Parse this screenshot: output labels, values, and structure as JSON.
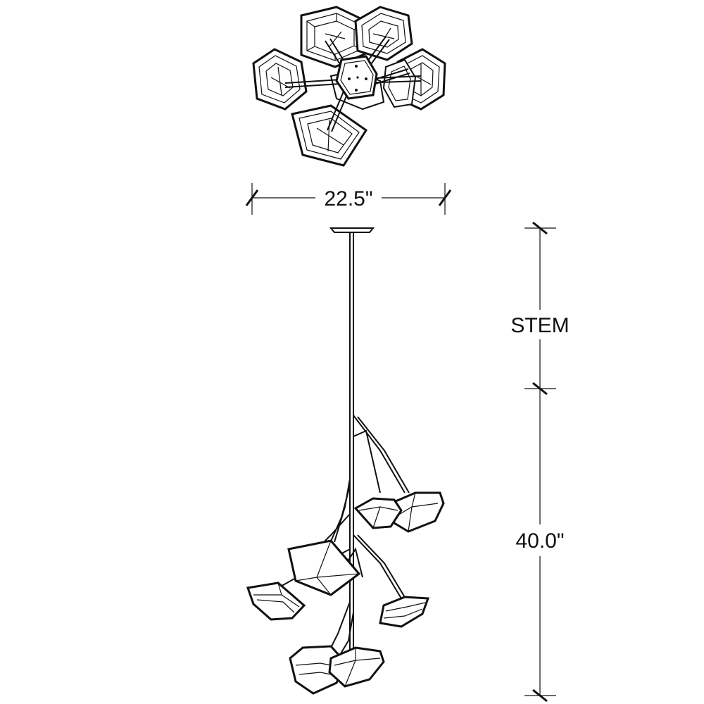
{
  "dimensions": {
    "width_label": "22.5\"",
    "stem_label": "STEM",
    "height_label": "40.0\""
  }
}
